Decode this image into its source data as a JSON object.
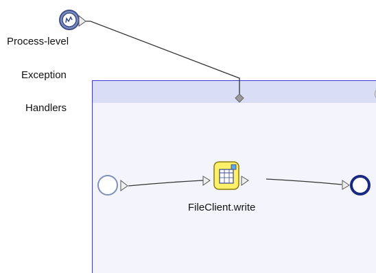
{
  "labels": {
    "process_level": "Process-level",
    "exception": "Exception",
    "handlers": "Handlers",
    "activity": "FileClient.write"
  },
  "icons": {
    "process_handler": "process-handler-icon",
    "collapse": "collapse-chevrons-icon",
    "invoke": "invoke-activity-icon",
    "start": "start-event-icon",
    "end": "end-event-icon"
  },
  "colors": {
    "scope_border": "#3a3ad9",
    "scope_header": "#d9ddf5",
    "scope_body": "#f4f5fc",
    "activity_fill": "#ffe84a",
    "end_event": "#1a2a80",
    "start_event": "#7f8fb8"
  }
}
